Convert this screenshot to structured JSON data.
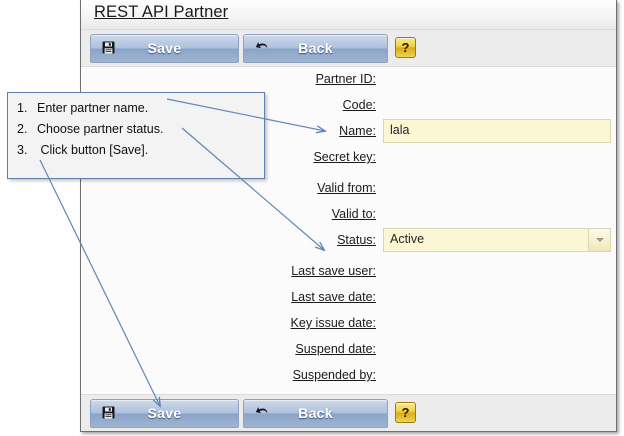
{
  "window": {
    "title": "REST API Partner"
  },
  "toolbar": {
    "save_label": "Save",
    "back_label": "Back",
    "help_label": "?",
    "save_icon": "floppy-disk-icon",
    "back_icon": "undo-arrow-icon"
  },
  "form": {
    "rows": [
      {
        "label": "Partner ID:",
        "type": "none"
      },
      {
        "label": "Code:",
        "type": "none"
      },
      {
        "label": "Name:",
        "type": "text",
        "value": "lala"
      },
      {
        "label": "Secret key:",
        "type": "none"
      },
      {
        "label": "Valid from:",
        "type": "none"
      },
      {
        "label": "Valid to:",
        "type": "none"
      },
      {
        "label": "Status:",
        "type": "select",
        "value": "Active"
      },
      {
        "label": "Last save user:",
        "type": "none"
      },
      {
        "label": "Last save date:",
        "type": "none"
      },
      {
        "label": "Key issue date:",
        "type": "none"
      },
      {
        "label": "Suspend date:",
        "type": "none"
      },
      {
        "label": "Suspended by:",
        "type": "none"
      }
    ]
  },
  "callout": {
    "steps": [
      {
        "num": "1.",
        "text": "Enter partner name."
      },
      {
        "num": "2.",
        "text": "Choose partner status."
      },
      {
        "num": "3.",
        "text": " Click button [Save]."
      }
    ]
  },
  "colors": {
    "accent_blue": "#8aa4c8",
    "field_yellow": "#fbf7d5",
    "help_gold": "#f2d247",
    "annotation_blue": "#5f87b8",
    "toolbar_gray": "#ececec"
  }
}
